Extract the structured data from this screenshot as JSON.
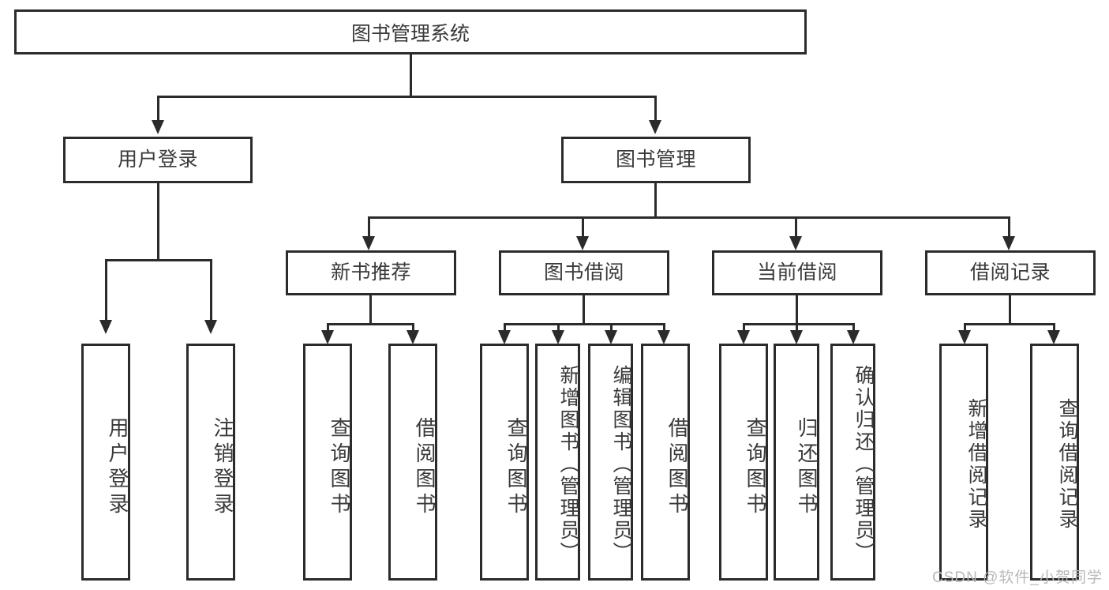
{
  "diagram": {
    "title": "图书管理系统",
    "type": "tree-hierarchy-diagram",
    "colors": {
      "stroke": "#2b2b2b",
      "text": "#3a3a3a",
      "background": "#ffffff",
      "watermark": "#b9b9b9"
    },
    "root": {
      "label": "图书管理系统"
    },
    "level2": [
      {
        "label": "用户登录"
      },
      {
        "label": "图书管理"
      }
    ],
    "level3": [
      {
        "label": "新书推荐"
      },
      {
        "label": "图书借阅"
      },
      {
        "label": "当前借阅"
      },
      {
        "label": "借阅记录"
      }
    ],
    "leaves": {
      "user_login": [
        {
          "label": "用户登录"
        },
        {
          "label": "注销登录"
        }
      ],
      "new_book_recommend": [
        {
          "label": "查询图书"
        },
        {
          "label": "借阅图书"
        }
      ],
      "book_borrow": [
        {
          "label": "查询图书"
        },
        {
          "label": "新增图书（管理员）"
        },
        {
          "label": "编辑图书（管理员）"
        },
        {
          "label": "借阅图书"
        }
      ],
      "current_borrow": [
        {
          "label": "查询图书"
        },
        {
          "label": "归还图书"
        },
        {
          "label": "确认归还（管理员）"
        }
      ],
      "borrow_record": [
        {
          "label": "新增借阅记录"
        },
        {
          "label": "查询借阅记录"
        }
      ]
    }
  },
  "watermark": {
    "text": "CSDN @软件_小贺同学"
  }
}
